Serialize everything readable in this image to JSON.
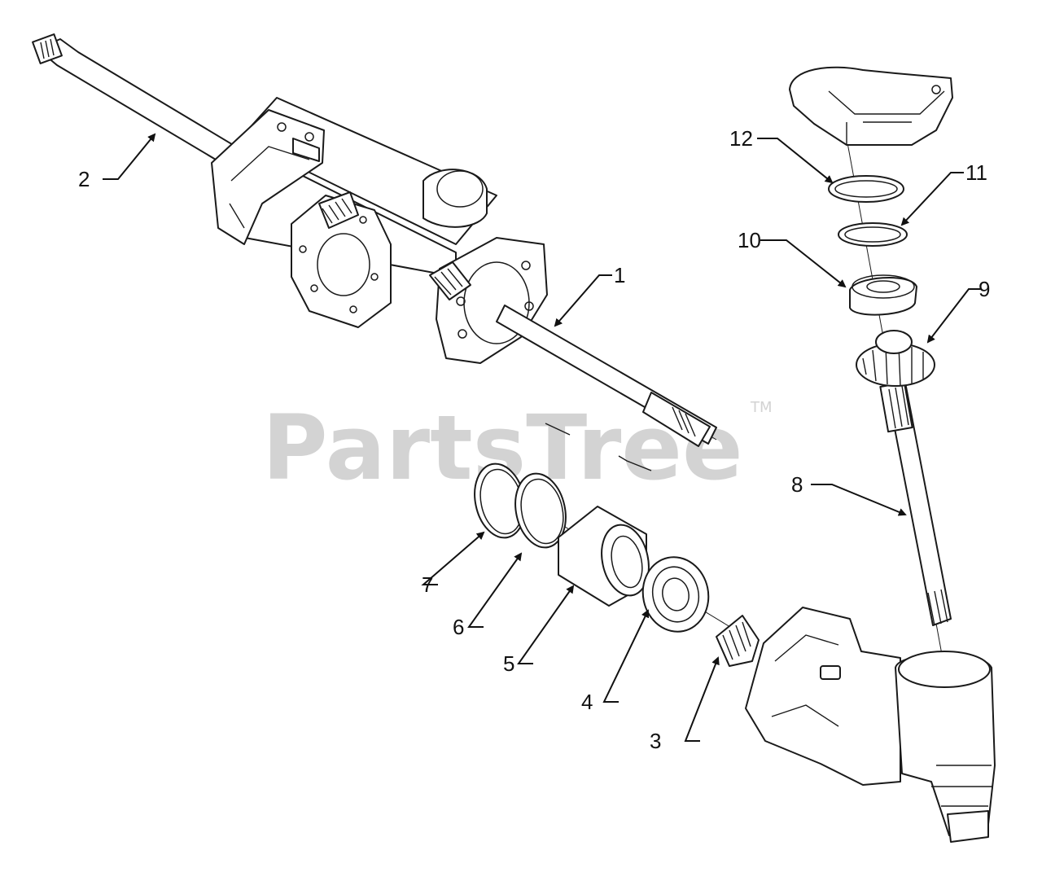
{
  "watermark": {
    "text": "PartsTree",
    "trademark": "TM",
    "color": "#d3d3d3"
  },
  "callouts": {
    "c1": "1",
    "c2": "2",
    "c3": "3",
    "c4": "4",
    "c5": "5",
    "c6": "6",
    "c7": "7",
    "c8": "8",
    "c9": "9",
    "c10": "10",
    "c11": "11",
    "c12": "12"
  }
}
